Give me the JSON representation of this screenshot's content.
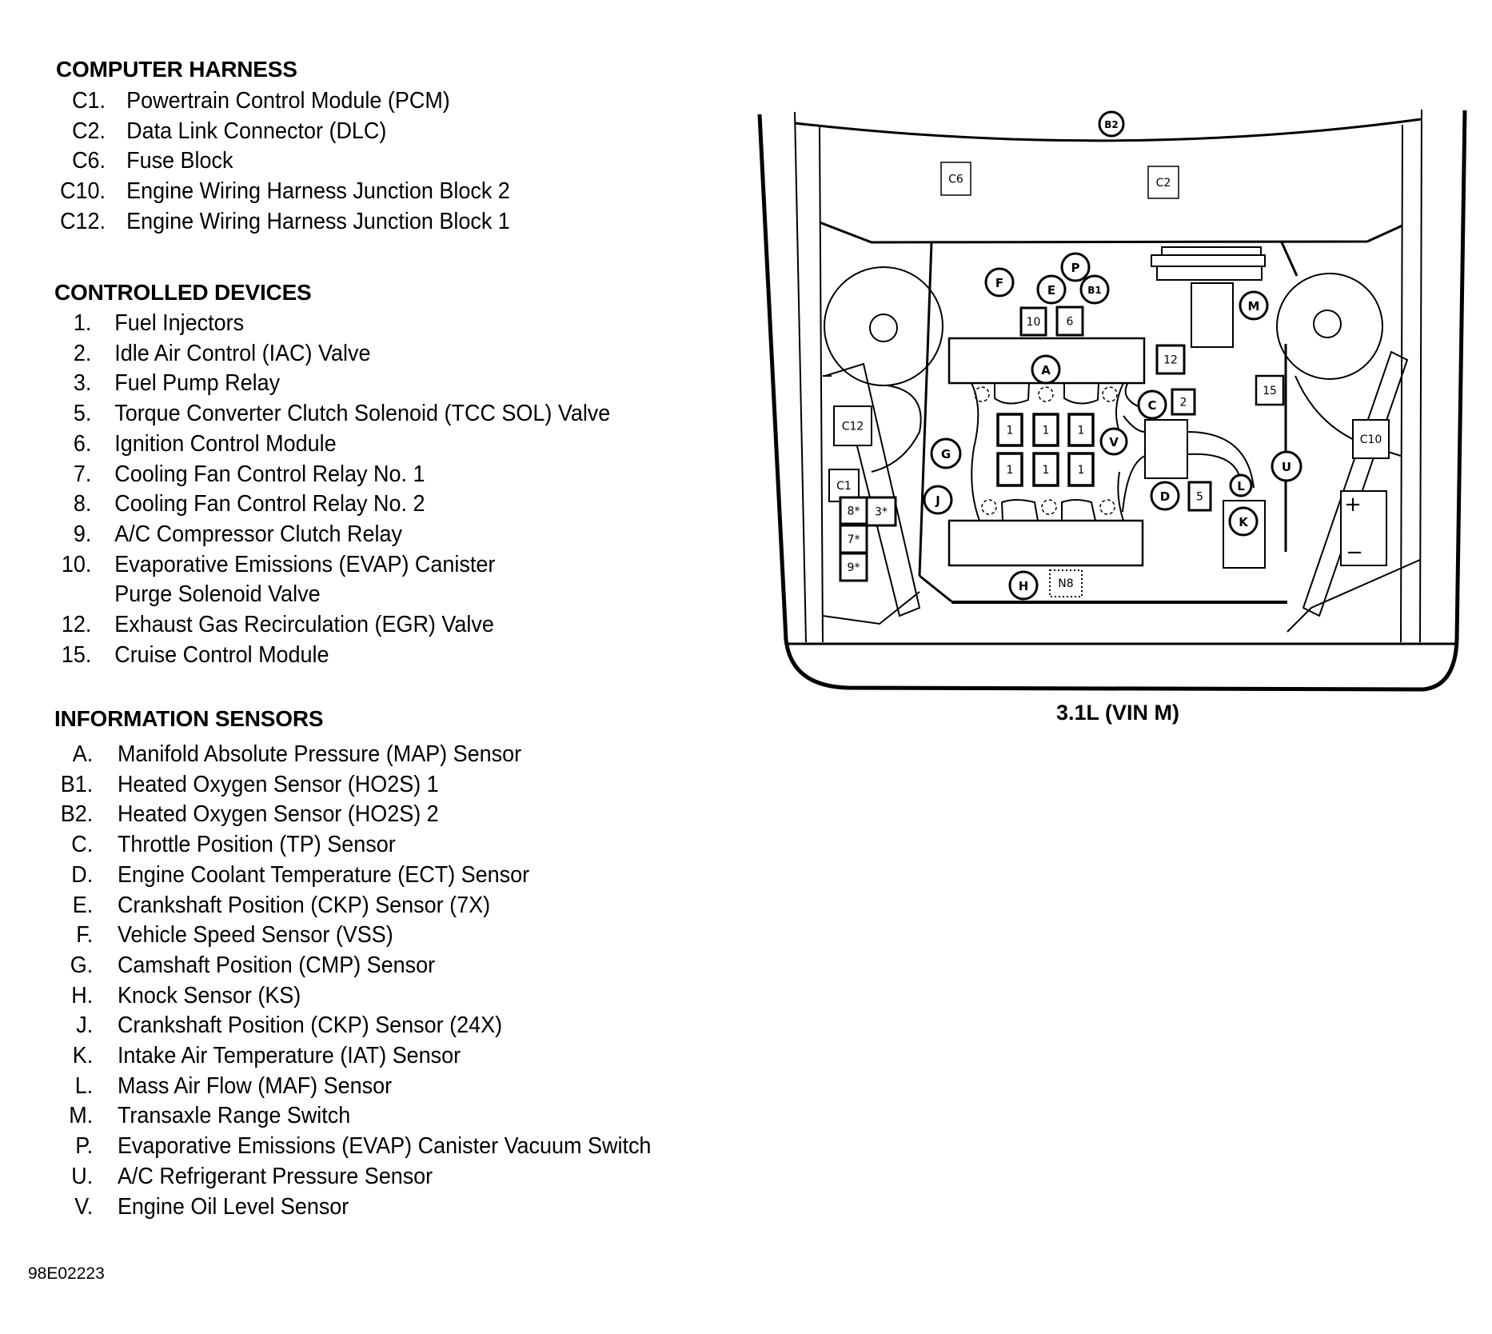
{
  "legend": {
    "computer_harness": {
      "title": "COMPUTER HARNESS",
      "items": [
        {
          "key": "C1.",
          "label": "Powertrain Control Module (PCM)"
        },
        {
          "key": "C2.",
          "label": "Data Link Connector (DLC)"
        },
        {
          "key": "C6.",
          "label": "Fuse Block"
        },
        {
          "key": "C10.",
          "label": "Engine Wiring Harness Junction Block 2"
        },
        {
          "key": "C12.",
          "label": "Engine Wiring Harness Junction Block 1"
        }
      ]
    },
    "controlled_devices": {
      "title": "CONTROLLED DEVICES",
      "items": [
        {
          "key": "1.",
          "label": "Fuel Injectors"
        },
        {
          "key": "2.",
          "label": "Idle Air Control (IAC) Valve"
        },
        {
          "key": "3.",
          "label": "Fuel Pump Relay"
        },
        {
          "key": "5.",
          "label": "Torque Converter Clutch Solenoid (TCC SOL) Valve"
        },
        {
          "key": "6.",
          "label": "Ignition Control Module"
        },
        {
          "key": "7.",
          "label": "Cooling Fan Control Relay No. 1"
        },
        {
          "key": "8.",
          "label": "Cooling Fan Control Relay No. 2"
        },
        {
          "key": "9.",
          "label": "A/C Compressor Clutch Relay"
        },
        {
          "key": "10.",
          "label": "Evaporative Emissions (EVAP) Canister"
        },
        {
          "key": "",
          "label": "Purge Solenoid Valve"
        },
        {
          "key": "12.",
          "label": "Exhaust Gas Recirculation (EGR) Valve"
        },
        {
          "key": "15.",
          "label": "Cruise Control Module"
        }
      ]
    },
    "information_sensors": {
      "title": "INFORMATION SENSORS",
      "items": [
        {
          "key": "A.",
          "label": "Manifold Absolute Pressure (MAP) Sensor"
        },
        {
          "key": "B1.",
          "label": "Heated Oxygen Sensor (HO2S) 1"
        },
        {
          "key": "B2.",
          "label": "Heated Oxygen Sensor (HO2S) 2"
        },
        {
          "key": "C.",
          "label": "Throttle Position (TP) Sensor"
        },
        {
          "key": "D.",
          "label": "Engine Coolant Temperature (ECT) Sensor"
        },
        {
          "key": "E.",
          "label": "Crankshaft Position (CKP) Sensor (7X)"
        },
        {
          "key": "F.",
          "label": "Vehicle Speed Sensor (VSS)"
        },
        {
          "key": "G.",
          "label": "Camshaft Position (CMP) Sensor"
        },
        {
          "key": "H.",
          "label": "Knock Sensor (KS)"
        },
        {
          "key": "J.",
          "label": "Crankshaft Position (CKP) Sensor (24X)"
        },
        {
          "key": "K.",
          "label": "Intake Air Temperature (IAT) Sensor"
        },
        {
          "key": "L.",
          "label": "Mass Air Flow (MAF) Sensor"
        },
        {
          "key": "M.",
          "label": "Transaxle Range Switch"
        },
        {
          "key": "P.",
          "label": "Evaporative Emissions (EVAP) Canister Vacuum Switch"
        },
        {
          "key": "U.",
          "label": "A/C Refrigerant Pressure Sensor"
        },
        {
          "key": "V.",
          "label": "Engine Oil Level Sensor"
        }
      ]
    }
  },
  "figure_code": "98E02223",
  "diagram": {
    "caption": "3.1L (VIN M)",
    "sensor_markers": [
      "A",
      "B1",
      "B2",
      "C",
      "D",
      "E",
      "F",
      "G",
      "H",
      "J",
      "K",
      "L",
      "M",
      "P",
      "U",
      "V"
    ],
    "device_markers": [
      "1",
      "2",
      "3*",
      "5",
      "6",
      "7*",
      "8*",
      "9*",
      "10",
      "12",
      "15"
    ],
    "harness_markers": [
      "C1",
      "C2",
      "C6",
      "C10",
      "C12"
    ],
    "other_markers": [
      "N8"
    ],
    "battery_terminals": {
      "positive": "+",
      "negative": "−"
    },
    "labels": {
      "B2": "B2",
      "C6": "C6",
      "C2": "C2",
      "F": "F",
      "P": "P",
      "E": "E",
      "B1": "B1",
      "d10": "10",
      "d6": "6",
      "M": "M",
      "A": "A",
      "d12": "12",
      "d15": "15",
      "C": "C",
      "d2": "2",
      "C12": "C12",
      "C10": "C10",
      "G": "G",
      "V": "V",
      "U": "U",
      "inj": "1",
      "C1": "C1",
      "J": "J",
      "D": "D",
      "d5": "5",
      "L": "L",
      "K": "K",
      "d8": "8*",
      "d3": "3*",
      "d7": "7*",
      "d9": "9*",
      "H": "H",
      "N8": "N8"
    }
  }
}
